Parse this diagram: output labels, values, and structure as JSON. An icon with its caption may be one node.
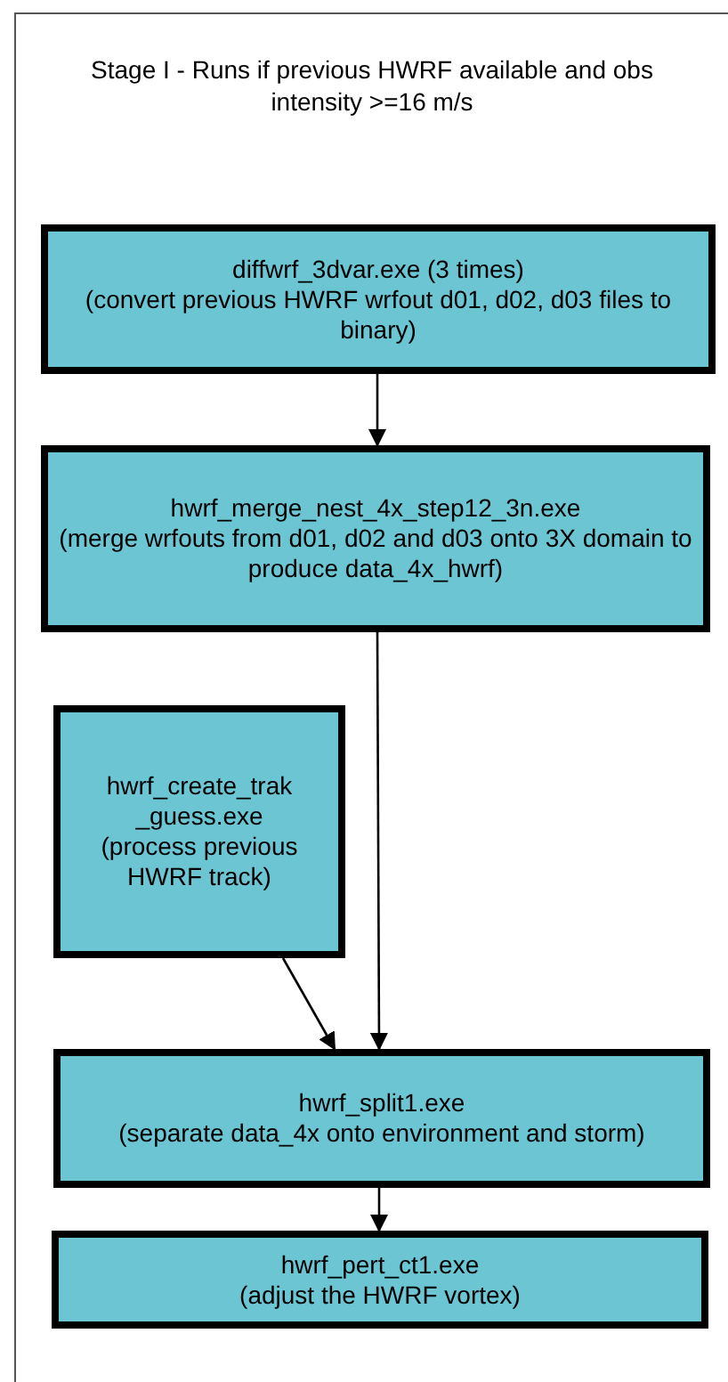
{
  "diagram": {
    "nodes": [
      {
        "text": [
          "Stage I - Runs if previous HWRF available and obs intensity >=16 m/s"
        ]
      },
      {
        "text": [
          "diffwrf_3dvar.exe (3 times)",
          "(convert previous HWRF wrfout d01, d02, d03 files to binary)"
        ],
        "in": 0
      },
      {
        "text": [
          "hwrf_merge_nest_4x_step12_3n.exe",
          "(merge wrfouts from d01, d02 and d03 onto 3X domain to produce data_4x_hwrf)"
        ],
        "in": 0
      },
      {
        "text": [
          "hwrf_create_trak _guess.exe",
          "(process previous HWRF track)"
        ],
        "in": 0
      },
      {
        "text": [
          "hwrf_split1.exe",
          "(separate data_4x onto environment and storm)"
        ],
        "in": 0
      },
      {
        "text": [
          "hwrf_pert_ct1.exe",
          "(adjust the HWRF vortex)"
        ],
        "in": 0
      }
    ],
    "edges": [
      {
        "from": 1,
        "to": 2,
        "arrow": "to"
      },
      {
        "from": 2,
        "to": 4,
        "arrow": "to"
      },
      {
        "from": 3,
        "to": 4,
        "arrow": "to"
      },
      {
        "from": 4,
        "to": 5,
        "arrow": "to"
      }
    ]
  }
}
